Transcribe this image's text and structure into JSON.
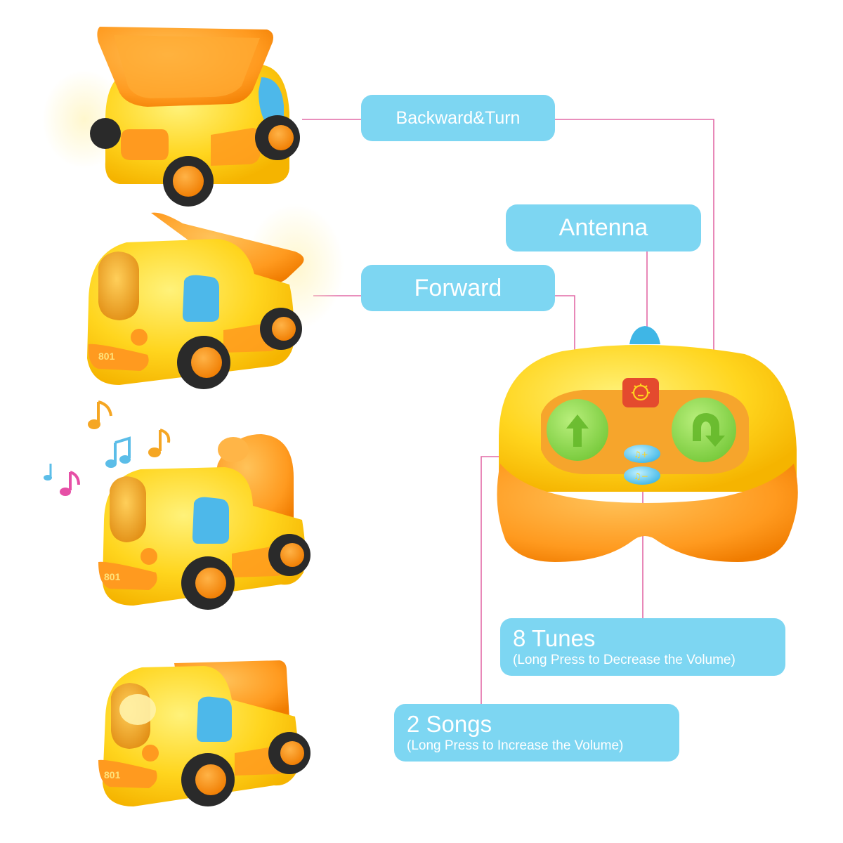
{
  "labels": {
    "backward": "Backward&Turn",
    "antenna": "Antenna",
    "forward": "Forward",
    "tunes": {
      "title": "8 Tunes",
      "subtitle": "(Long Press to Decrease the Volume)"
    },
    "songs": {
      "title": "2 Songs",
      "subtitle": "(Long Press to Increase the Volume)"
    }
  },
  "trucks": {
    "number_plate": "801"
  },
  "colors": {
    "label_bg": "#7dd6f2",
    "callout_line": "#e26aa6",
    "body_yellow": "#ffd21f",
    "accent_orange": "#ff9a1f",
    "button_green": "#8fdc52",
    "button_blue": "#5fc7ea"
  },
  "icons": [
    "forward-arrow-icon",
    "turn-arrow-icon",
    "light-icon",
    "music-plus-icon",
    "music-minus-icon",
    "music-note-icon"
  ]
}
